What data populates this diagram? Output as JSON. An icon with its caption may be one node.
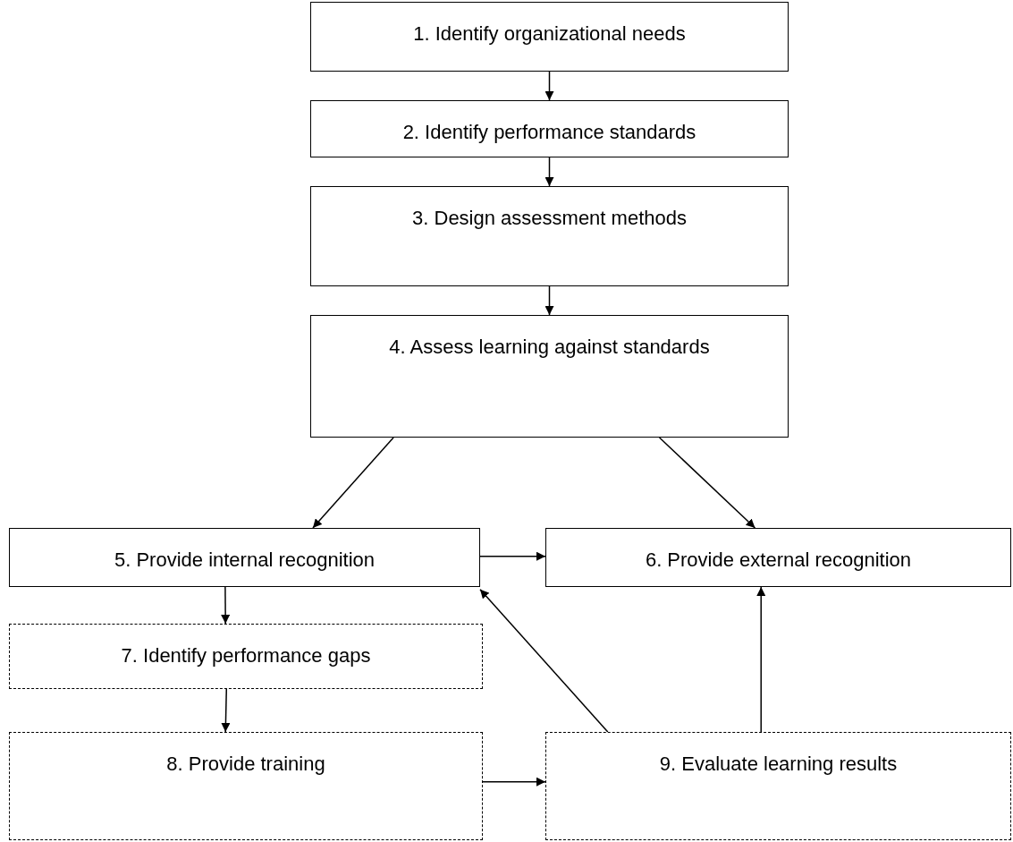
{
  "diagram": {
    "nodes": [
      {
        "text": [
          "1.  Identify organizational needs"
        ]
      },
      {
        "text": [
          "2. Identify performance standards"
        ]
      },
      {
        "text": [
          "3. Design assessment methods"
        ]
      },
      {
        "text": [
          "4. Assess learning against standards"
        ]
      },
      {
        "text": [
          "5. Provide internal recognition"
        ]
      },
      {
        "text": [
          "6. Provide external recognition"
        ]
      },
      {
        "text": [
          "7. Identify performance gaps"
        ]
      },
      {
        "text": [
          "8. Provide training"
        ]
      },
      {
        "text": [
          "9. Evaluate learning results"
        ]
      }
    ],
    "edges": [
      {
        "from": 0,
        "to": 1,
        "arrow": "to"
      },
      {
        "from": 1,
        "to": 2,
        "arrow": "to"
      },
      {
        "from": 2,
        "to": 3,
        "arrow": "to"
      },
      {
        "from": 3,
        "to": 4,
        "arrow": "to"
      },
      {
        "from": 3,
        "to": 5,
        "arrow": "to"
      },
      {
        "from": 4,
        "to": 5,
        "arrow": "to"
      },
      {
        "from": 4,
        "to": 6,
        "arrow": "to"
      },
      {
        "from": 6,
        "to": 7,
        "arrow": "to"
      },
      {
        "from": 7,
        "to": 8,
        "arrow": "to"
      },
      {
        "from": 8,
        "to": 4,
        "arrow": "to"
      },
      {
        "from": 8,
        "to": 5,
        "arrow": "to"
      }
    ]
  }
}
